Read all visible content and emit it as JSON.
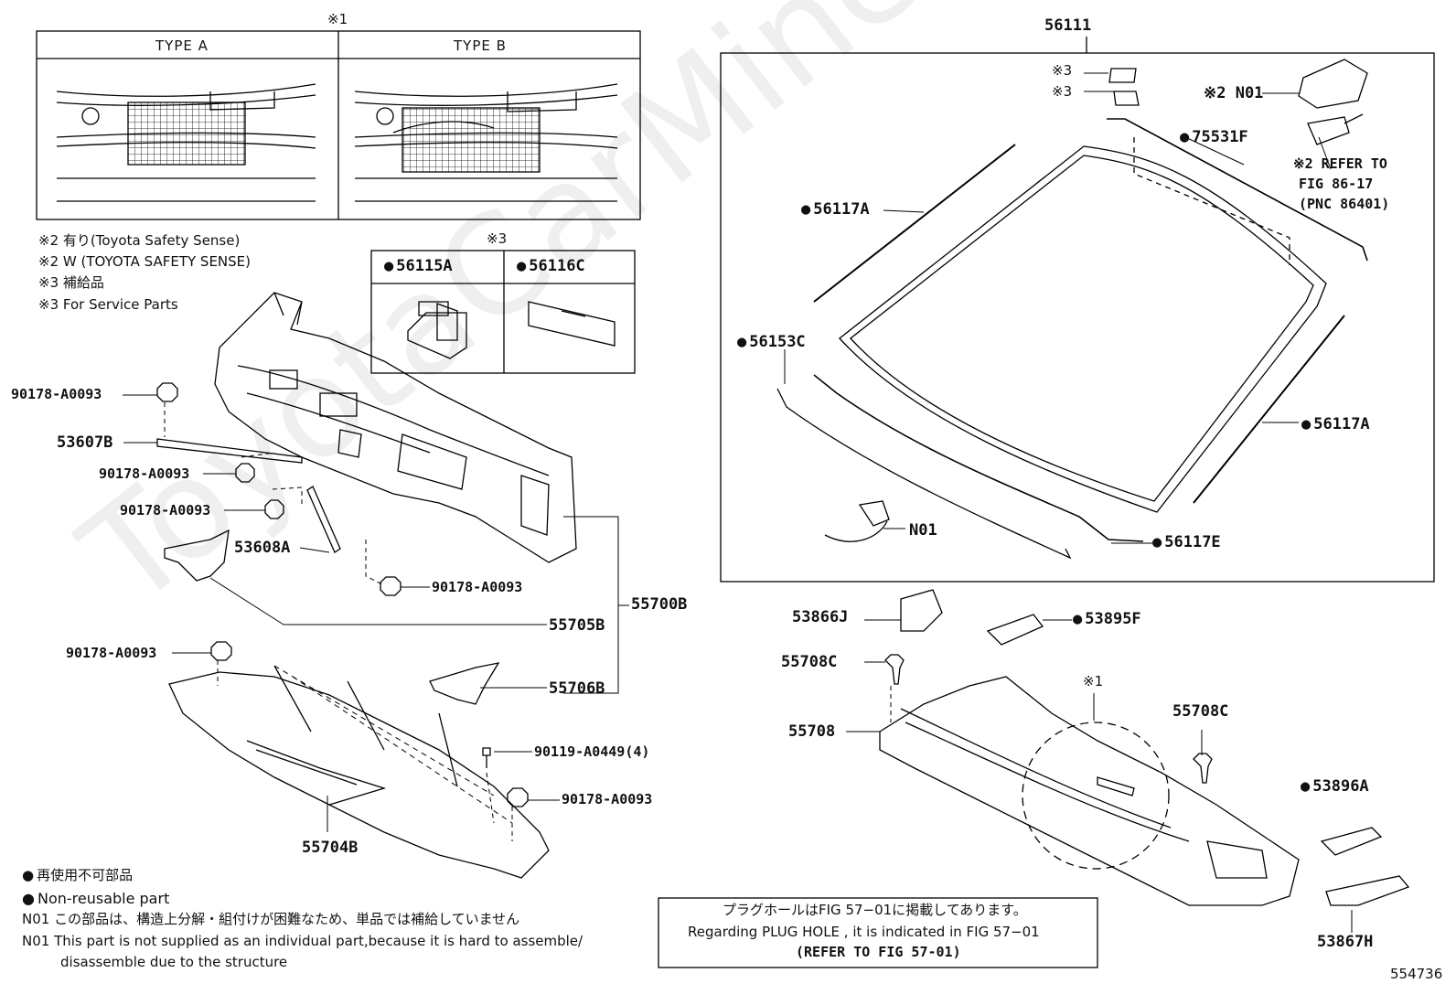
{
  "type_box": {
    "marker": "※1",
    "type_a": "TYPE A",
    "type_b": "TYPE B"
  },
  "legend": {
    "line1": "※2 有り(Toyota Safety Sense)",
    "line2": "※2 W (TOYOTA SAFETY SENSE)",
    "line3": "※3 補給品",
    "line4": "※3 For Service Parts"
  },
  "service_box": {
    "marker": "※3",
    "left_part": "56115A",
    "right_part": "56116C"
  },
  "left_labels": {
    "bolt_1": "90178-A0093",
    "brace_53607B": "53607B",
    "bolt_2": "90178-A0093",
    "bolt_3": "90178-A0093",
    "brace_53608A": "53608A",
    "bolt_4": "90178-A0093",
    "p55700B": "55700B",
    "p55705B": "55705B",
    "bolt_5": "90178-A0093",
    "p55706B": "55706B",
    "screw": "90119-A0449(4)",
    "bolt_6": "90178-A0093",
    "p55704B": "55704B"
  },
  "right_labels": {
    "p56111": "56111",
    "s3a": "※3",
    "s3b": "※3",
    "n01_top": "※2 N01",
    "p75531F": "75531F",
    "refer1": "※2 REFER TO",
    "refer2": "FIG 86-17",
    "refer3": "(PNC 86401)",
    "p56117A_left": "56117A",
    "p56153C": "56153C",
    "p56117A_right": "56117A",
    "n01_mid": "N01",
    "p56117E": "56117E",
    "p53866J": "53866J",
    "p53895F": "53895F",
    "p55708C_a": "55708C",
    "s1": "※1",
    "p55708C_b": "55708C",
    "p55708": "55708",
    "p53896A": "53896A",
    "p53867H": "53867H"
  },
  "footnotes": {
    "nr_jp": "再使用不可部品",
    "nr_en": "Non-reusable part",
    "n01_jp": "N01  この部品は、構造上分解・組付けが困難なため、単品では補給していません",
    "n01_en1": "N01  This part is not supplied as an individual part,because it is hard to assemble/",
    "n01_en2": "disassemble due to the structure"
  },
  "plug_box": {
    "jp": "プラグホールはFIG 57−01に掲載してあります。",
    "en": "Regarding  PLUG  HOLE , it is indicated in FIG 57−01",
    "ref": "(REFER TO FIG 57-01)"
  },
  "figure_number": "554736",
  "watermark": "ToyotaCarMine.ru"
}
